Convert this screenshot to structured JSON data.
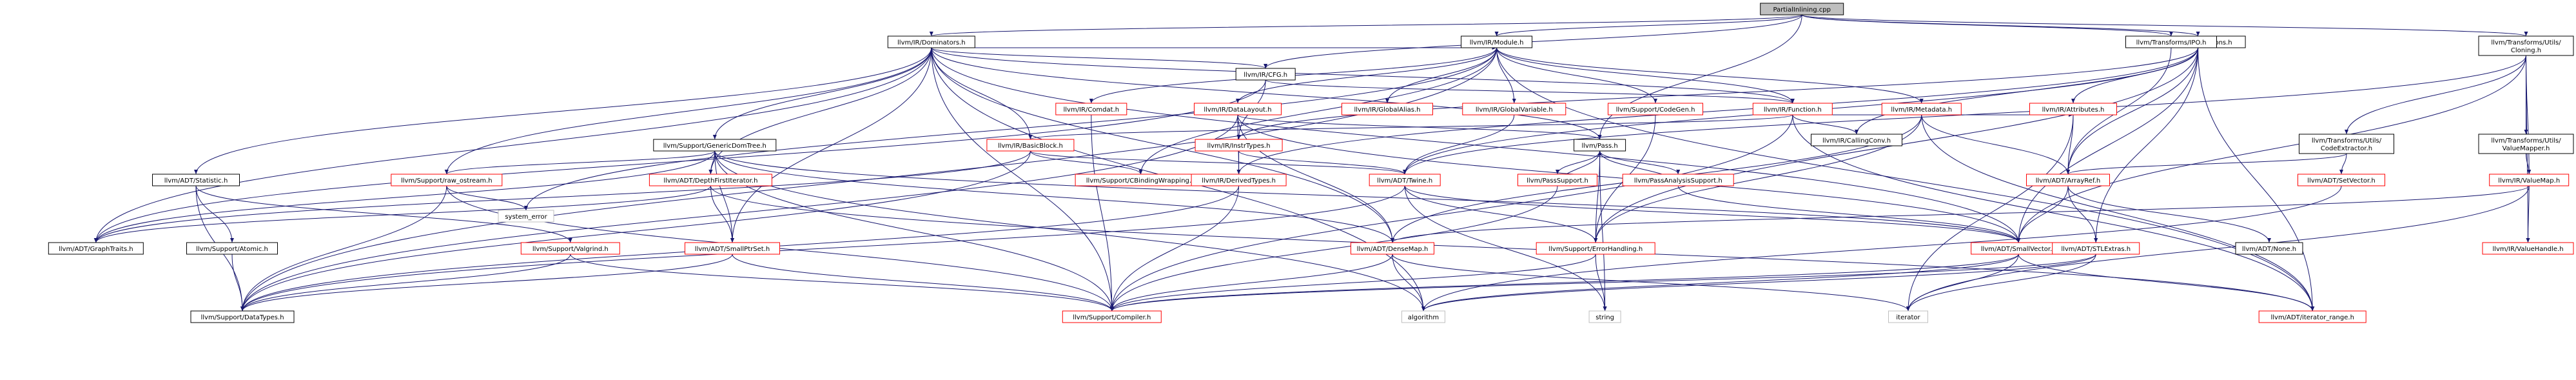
{
  "graph": {
    "colors": {
      "root_fill": "#bfbfbf",
      "node_fill": "#ffffff",
      "node_border": "#000000",
      "missing_border": "#bfbfbf",
      "link_text": "#000000",
      "alt_text": "#ff0000",
      "edge": "#191970"
    },
    "nodes": [
      {
        "id": "root",
        "label": "PartialInlining.cpp",
        "root": true
      },
      {
        "id": "dominators",
        "label": "llvm/IR/Dominators.h"
      },
      {
        "id": "module",
        "label": "llvm/IR/Module.h"
      },
      {
        "id": "instructions",
        "label": "llvm/IR/Instructions.h"
      },
      {
        "id": "ipo",
        "label": "llvm/Transforms/IPO.h"
      },
      {
        "id": "cloning",
        "label": "llvm/Transforms/Utils/Cloning.h"
      },
      {
        "id": "cfg",
        "label": "llvm/IR/CFG.h"
      },
      {
        "id": "comdat",
        "label": "llvm/IR/Comdat.h",
        "red": true
      },
      {
        "id": "datalayout",
        "label": "llvm/IR/DataLayout.h",
        "red": true
      },
      {
        "id": "globalalias",
        "label": "llvm/IR/GlobalAlias.h",
        "red": true
      },
      {
        "id": "globalvariable",
        "label": "llvm/IR/GlobalVariable.h",
        "red": true
      },
      {
        "id": "codegen",
        "label": "llvm/Support/CodeGen.h",
        "red": true
      },
      {
        "id": "function",
        "label": "llvm/IR/Function.h",
        "red": true
      },
      {
        "id": "metadata",
        "label": "llvm/IR/Metadata.h",
        "red": true
      },
      {
        "id": "attributes",
        "label": "llvm/IR/Attributes.h",
        "red": true
      },
      {
        "id": "callingconv",
        "label": "llvm/IR/CallingConv.h"
      },
      {
        "id": "codeextractor",
        "label": "llvm/Transforms/Utils/CodeExtractor.h"
      },
      {
        "id": "valuemapper",
        "label": "llvm/Transforms/Utils/ValueMapper.h"
      },
      {
        "id": "genericdomtree",
        "label": "llvm/Support/GenericDomTree.h"
      },
      {
        "id": "basicblock",
        "label": "llvm/IR/BasicBlock.h",
        "red": true
      },
      {
        "id": "instrtypes",
        "label": "llvm/IR/InstrTypes.h",
        "red": true
      },
      {
        "id": "pass",
        "label": "llvm/Pass.h"
      },
      {
        "id": "statistic",
        "label": "llvm/ADT/Statistic.h"
      },
      {
        "id": "rawostream",
        "label": "llvm/Support/raw_ostream.h",
        "red": true
      },
      {
        "id": "depthfirst",
        "label": "llvm/ADT/DepthFirstIterator.h",
        "red": true
      },
      {
        "id": "cbinding",
        "label": "llvm/Support/CBindingWrapping.h",
        "red": true
      },
      {
        "id": "derivedtypes",
        "label": "llvm/IR/DerivedTypes.h",
        "red": true
      },
      {
        "id": "twine",
        "label": "llvm/ADT/Twine.h",
        "red": true
      },
      {
        "id": "passsupport",
        "label": "llvm/PassSupport.h",
        "red": true
      },
      {
        "id": "passanalysis",
        "label": "llvm/PassAnalysisSupport.h",
        "red": true
      },
      {
        "id": "arrayref",
        "label": "llvm/ADT/ArrayRef.h",
        "red": true
      },
      {
        "id": "setvector",
        "label": "llvm/ADT/SetVector.h",
        "red": true
      },
      {
        "id": "valuemap",
        "label": "llvm/IR/ValueMap.h",
        "red": true
      },
      {
        "id": "systemerror",
        "label": "system_error",
        "missing": true
      },
      {
        "id": "graphtraits",
        "label": "llvm/ADT/GraphTraits.h"
      },
      {
        "id": "atomic",
        "label": "llvm/Support/Atomic.h"
      },
      {
        "id": "smallptrset",
        "label": "llvm/ADT/SmallPtrSet.h",
        "red": true
      },
      {
        "id": "valgrind",
        "label": "llvm/Support/Valgrind.h",
        "red": true
      },
      {
        "id": "densemap",
        "label": "llvm/ADT/DenseMap.h",
        "red": true
      },
      {
        "id": "errorhandling",
        "label": "llvm/Support/ErrorHandling.h",
        "red": true
      },
      {
        "id": "smallvector",
        "label": "llvm/ADT/SmallVector.h",
        "red": true
      },
      {
        "id": "stlextras",
        "label": "llvm/ADT/STLExtras.h",
        "red": true
      },
      {
        "id": "none",
        "label": "llvm/ADT/None.h"
      },
      {
        "id": "valuehandle",
        "label": "llvm/IR/ValueHandle.h",
        "red": true
      },
      {
        "id": "datatypes",
        "label": "llvm/Support/DataTypes.h"
      },
      {
        "id": "compiler",
        "label": "llvm/Support/Compiler.h",
        "red": true
      },
      {
        "id": "algorithm",
        "label": "algorithm",
        "missing": true
      },
      {
        "id": "string",
        "label": "string",
        "missing": true
      },
      {
        "id": "iterator",
        "label": "iterator",
        "missing": true
      },
      {
        "id": "iteratorrange",
        "label": "llvm/ADT/iterator_range.h",
        "red": true
      }
    ],
    "edges": [
      [
        "root",
        "dominators"
      ],
      [
        "root",
        "module"
      ],
      [
        "root",
        "instructions"
      ],
      [
        "root",
        "ipo"
      ],
      [
        "root",
        "cloning"
      ],
      [
        "root",
        "cfg"
      ],
      [
        "root",
        "pass"
      ],
      [
        "dominators",
        "cfg"
      ],
      [
        "dominators",
        "module"
      ],
      [
        "dominators",
        "function"
      ],
      [
        "dominators",
        "genericdomtree"
      ],
      [
        "dominators",
        "basicblock"
      ],
      [
        "dominators",
        "pass"
      ],
      [
        "dominators",
        "statistic"
      ],
      [
        "dominators",
        "rawostream"
      ],
      [
        "dominators",
        "depthfirst"
      ],
      [
        "dominators",
        "graphtraits"
      ],
      [
        "dominators",
        "smallptrset"
      ],
      [
        "dominators",
        "densemap"
      ],
      [
        "dominators",
        "smallvector"
      ],
      [
        "dominators",
        "compiler"
      ],
      [
        "dominators",
        "algorithm"
      ],
      [
        "module",
        "comdat"
      ],
      [
        "module",
        "datalayout"
      ],
      [
        "module",
        "globalalias"
      ],
      [
        "module",
        "globalvariable"
      ],
      [
        "module",
        "codegen"
      ],
      [
        "module",
        "function"
      ],
      [
        "module",
        "metadata"
      ],
      [
        "module",
        "cbinding"
      ],
      [
        "module",
        "systemerror"
      ],
      [
        "module",
        "datatypes"
      ],
      [
        "module",
        "iteratorrange"
      ],
      [
        "cfg",
        "instrtypes"
      ],
      [
        "cfg",
        "function"
      ],
      [
        "cfg",
        "graphtraits"
      ],
      [
        "instructions",
        "attributes"
      ],
      [
        "instructions",
        "callingconv"
      ],
      [
        "instructions",
        "instrtypes"
      ],
      [
        "instructions",
        "derivedtypes"
      ],
      [
        "instructions",
        "arrayref"
      ],
      [
        "instructions",
        "smallvector"
      ],
      [
        "instructions",
        "errorhandling"
      ],
      [
        "instructions",
        "iteratorrange"
      ],
      [
        "instructions",
        "stlextras"
      ],
      [
        "instructions",
        "twine"
      ],
      [
        "ipo",
        "arrayref"
      ],
      [
        "cloning",
        "codeextractor"
      ],
      [
        "cloning",
        "valuemapper"
      ],
      [
        "cloning",
        "valuehandle"
      ],
      [
        "cloning",
        "smallvector"
      ],
      [
        "cloning",
        "twine"
      ],
      [
        "cloning",
        "valuemap"
      ],
      [
        "comdat",
        "compiler"
      ],
      [
        "datalayout",
        "derivedtypes"
      ],
      [
        "datalayout",
        "pass"
      ],
      [
        "datalayout",
        "densemap"
      ],
      [
        "datalayout",
        "smallvector"
      ],
      [
        "datalayout",
        "datatypes"
      ],
      [
        "globalvariable",
        "twine"
      ],
      [
        "codegen",
        "errorhandling"
      ],
      [
        "function",
        "callingconv"
      ],
      [
        "function",
        "attributes"
      ],
      [
        "function",
        "basicblock"
      ],
      [
        "function",
        "iteratorrange"
      ],
      [
        "function",
        "compiler"
      ],
      [
        "metadata",
        "arrayref"
      ],
      [
        "metadata",
        "densemap"
      ],
      [
        "metadata",
        "errorhandling"
      ],
      [
        "metadata",
        "iteratorrange"
      ],
      [
        "attributes",
        "arrayref"
      ],
      [
        "attributes",
        "iterator"
      ],
      [
        "codeextractor",
        "arrayref"
      ],
      [
        "codeextractor",
        "setvector"
      ],
      [
        "valuemapper",
        "valuemap"
      ],
      [
        "genericdomtree",
        "depthfirst"
      ],
      [
        "genericdomtree",
        "graphtraits"
      ],
      [
        "genericdomtree",
        "smallptrset"
      ],
      [
        "genericdomtree",
        "densemap"
      ],
      [
        "genericdomtree",
        "smallvector"
      ],
      [
        "genericdomtree",
        "compiler"
      ],
      [
        "genericdomtree",
        "algorithm"
      ],
      [
        "genericdomtree",
        "rawostream"
      ],
      [
        "basicblock",
        "twine"
      ],
      [
        "basicblock",
        "cbinding"
      ],
      [
        "basicblock",
        "datatypes"
      ],
      [
        "basicblock",
        "graphtraits"
      ],
      [
        "instrtypes",
        "twine"
      ],
      [
        "instrtypes",
        "derivedtypes"
      ],
      [
        "pass",
        "passsupport"
      ],
      [
        "pass",
        "passanalysis"
      ],
      [
        "pass",
        "errorhandling"
      ],
      [
        "pass",
        "string"
      ],
      [
        "statistic",
        "atomic"
      ],
      [
        "statistic",
        "valgrind"
      ],
      [
        "statistic",
        "datatypes"
      ],
      [
        "rawostream",
        "systemerror"
      ],
      [
        "rawostream",
        "compiler"
      ],
      [
        "rawostream",
        "datatypes"
      ],
      [
        "depthfirst",
        "smallptrset"
      ],
      [
        "depthfirst",
        "graphtraits"
      ],
      [
        "depthfirst",
        "iteratorrange"
      ],
      [
        "derivedtypes",
        "compiler"
      ],
      [
        "derivedtypes",
        "datatypes"
      ],
      [
        "twine",
        "smallvector"
      ],
      [
        "twine",
        "errorhandling"
      ],
      [
        "twine",
        "string"
      ],
      [
        "twine",
        "datatypes"
      ],
      [
        "passsupport",
        "pass"
      ],
      [
        "passsupport",
        "compiler"
      ],
      [
        "passanalysis",
        "pass"
      ],
      [
        "passanalysis",
        "smallvector"
      ],
      [
        "arrayref",
        "smallvector"
      ],
      [
        "arrayref",
        "stlextras"
      ],
      [
        "arrayref",
        "none"
      ],
      [
        "setvector",
        "algorithm"
      ],
      [
        "valuemap",
        "densemap"
      ],
      [
        "valuemap",
        "valuehandle"
      ],
      [
        "valuemap",
        "iterator"
      ],
      [
        "atomic",
        "datatypes"
      ],
      [
        "smallptrset",
        "compiler"
      ],
      [
        "smallptrset",
        "datatypes"
      ],
      [
        "valgrind",
        "compiler"
      ],
      [
        "valgrind",
        "datatypes"
      ],
      [
        "densemap",
        "compiler"
      ],
      [
        "densemap",
        "algorithm"
      ],
      [
        "densemap",
        "iterator"
      ],
      [
        "errorhandling",
        "compiler"
      ],
      [
        "errorhandling",
        "string"
      ],
      [
        "smallvector",
        "algorithm"
      ],
      [
        "smallvector",
        "compiler"
      ],
      [
        "smallvector",
        "iterator"
      ],
      [
        "smallvector",
        "iteratorrange"
      ],
      [
        "stlextras",
        "compiler"
      ],
      [
        "stlextras",
        "iterator"
      ],
      [
        "stlextras",
        "algorithm"
      ]
    ]
  }
}
